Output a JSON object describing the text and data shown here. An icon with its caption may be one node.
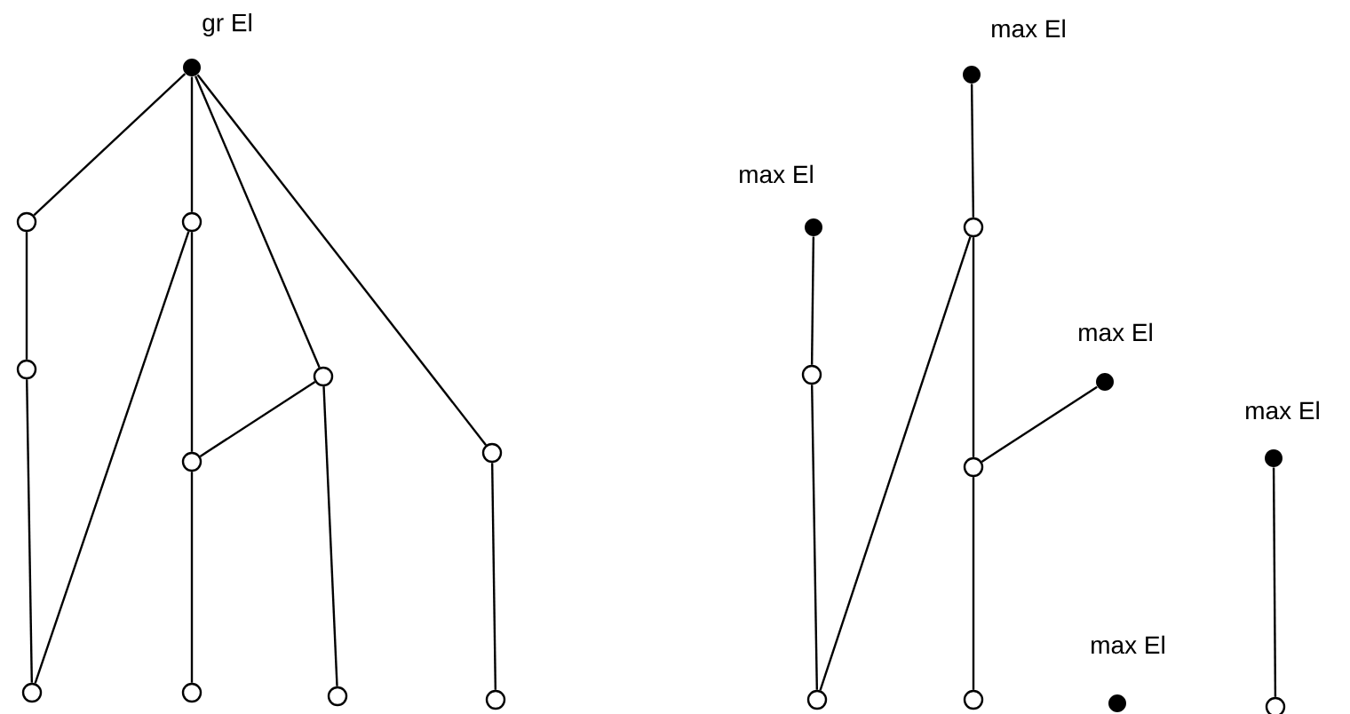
{
  "diagram": {
    "nodes": [
      {
        "text": [
          "gr El"
        ]
      },
      {
        "text": [],
        "shape": "circle"
      },
      {
        "text": [],
        "shape": "circle"
      },
      {
        "text": [],
        "shape": "circle"
      },
      {
        "text": [],
        "shape": "circle"
      },
      {
        "text": [],
        "shape": "circle"
      },
      {
        "text": [],
        "shape": "circle"
      },
      {
        "text": [],
        "shape": "circle"
      },
      {
        "text": [],
        "shape": "circle"
      },
      {
        "text": [],
        "shape": "circle"
      },
      {
        "text": [],
        "shape": "circle"
      },
      {
        "text": [
          "max El"
        ]
      },
      {
        "text": [
          "max El"
        ]
      },
      {
        "text": [],
        "shape": "circle"
      },
      {
        "text": [],
        "shape": "circle"
      },
      {
        "text": [
          "max El"
        ]
      },
      {
        "text": [
          "max El"
        ]
      },
      {
        "text": [],
        "shape": "circle"
      },
      {
        "text": [],
        "shape": "circle"
      },
      {
        "text": [],
        "shape": "circle"
      },
      {
        "text": [
          "max El"
        ]
      },
      {
        "text": [],
        "shape": "circle"
      }
    ],
    "edges": [
      {
        "from": 0,
        "to": 1,
        "arrow": "none"
      },
      {
        "from": 0,
        "to": 2,
        "arrow": "none"
      },
      {
        "from": 0,
        "to": 4,
        "arrow": "none"
      },
      {
        "from": 0,
        "to": 5,
        "arrow": "none"
      },
      {
        "from": 1,
        "to": 3,
        "arrow": "none"
      },
      {
        "from": 3,
        "to": 7,
        "arrow": "none"
      },
      {
        "from": 2,
        "to": 7,
        "arrow": "none"
      },
      {
        "from": 2,
        "to": 6,
        "arrow": "none"
      },
      {
        "from": 6,
        "to": 8,
        "arrow": "none"
      },
      {
        "from": 6,
        "to": 4,
        "arrow": "none"
      },
      {
        "from": 4,
        "to": 9,
        "arrow": "none"
      },
      {
        "from": 5,
        "to": 10,
        "arrow": "none"
      },
      {
        "from": 11,
        "to": 13,
        "arrow": "none"
      },
      {
        "from": 12,
        "to": 14,
        "arrow": "none"
      },
      {
        "from": 14,
        "to": 18,
        "arrow": "none"
      },
      {
        "from": 13,
        "to": 18,
        "arrow": "none"
      },
      {
        "from": 13,
        "to": 17,
        "arrow": "none"
      },
      {
        "from": 17,
        "to": 19,
        "arrow": "none"
      },
      {
        "from": 17,
        "to": 15,
        "arrow": "none"
      },
      {
        "from": 16,
        "to": 21,
        "arrow": "none"
      }
    ]
  }
}
